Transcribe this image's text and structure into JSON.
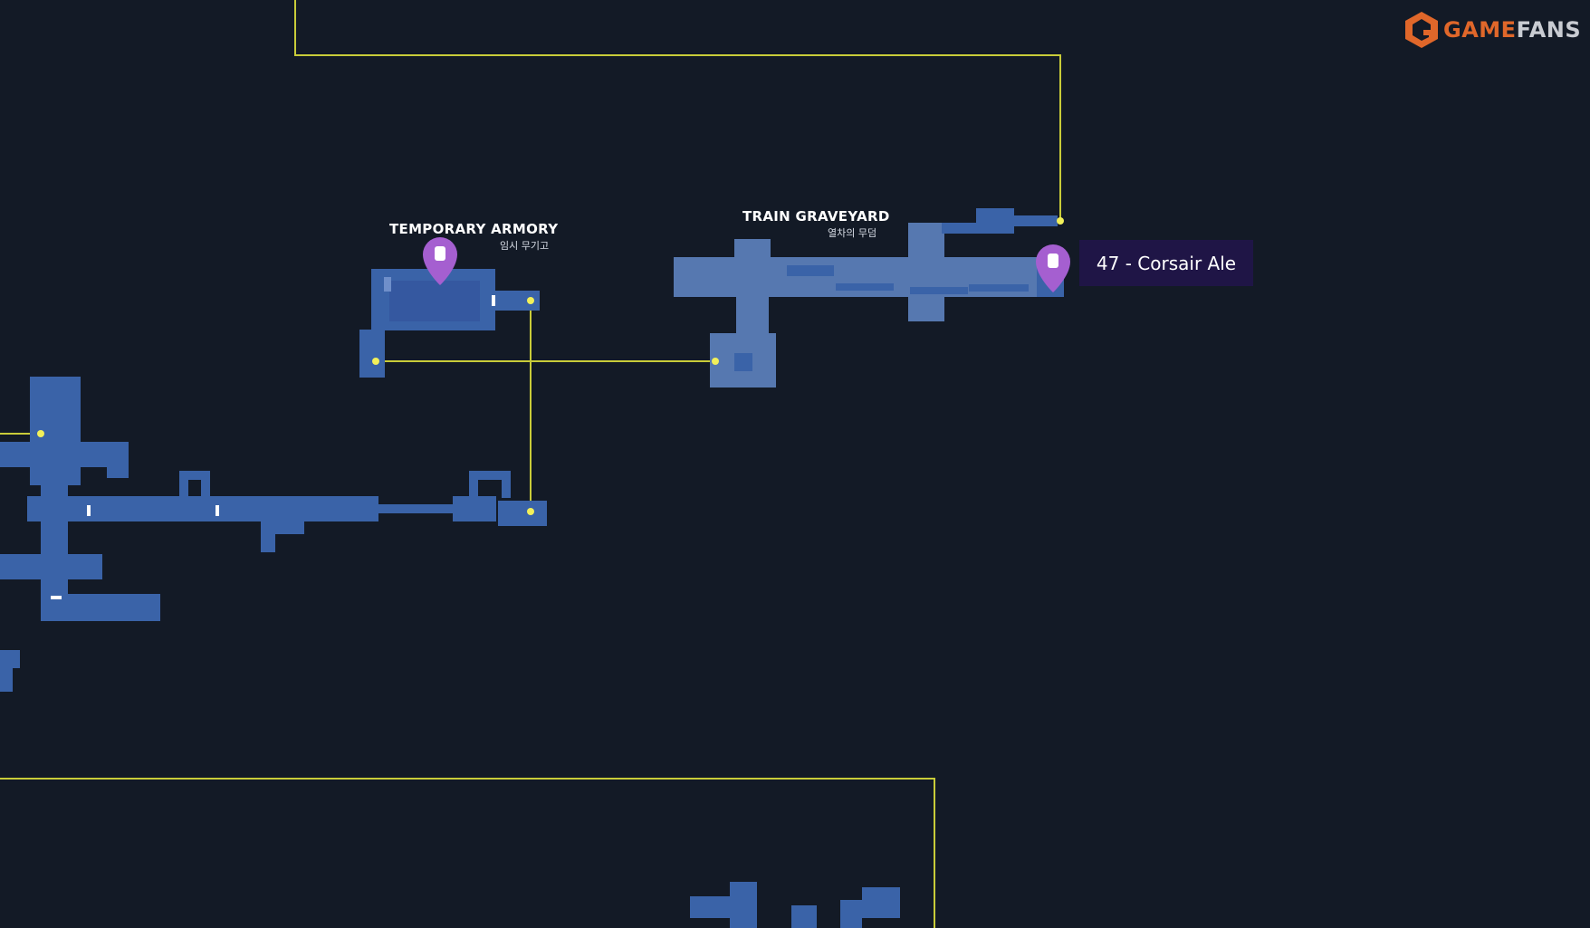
{
  "brand": {
    "part1": "GAME",
    "part2": "FANS",
    "icon": "gamefans-logo-icon",
    "accent": "#e0672a"
  },
  "areas": [
    {
      "id": "temporary-armory",
      "title": "TEMPORARY ARMORY",
      "subtitle": "임시 무기고"
    },
    {
      "id": "train-graveyard",
      "title": "TRAIN GRAVEYARD",
      "subtitle": "열차의 무덤"
    }
  ],
  "markers": [
    {
      "id": "temporary-armory-marker",
      "icon": "bottle-icon",
      "color": "#a55fd0"
    },
    {
      "id": "corsair-ale-marker",
      "icon": "bottle-icon",
      "color": "#a55fd0",
      "label": "47 - Corsair Ale"
    }
  ],
  "colors": {
    "background": "#131a26",
    "room": "#3a63a8",
    "room_light": "#5678b0",
    "connector": "#c9cc39",
    "tooltip_bg": "#1f1546"
  }
}
